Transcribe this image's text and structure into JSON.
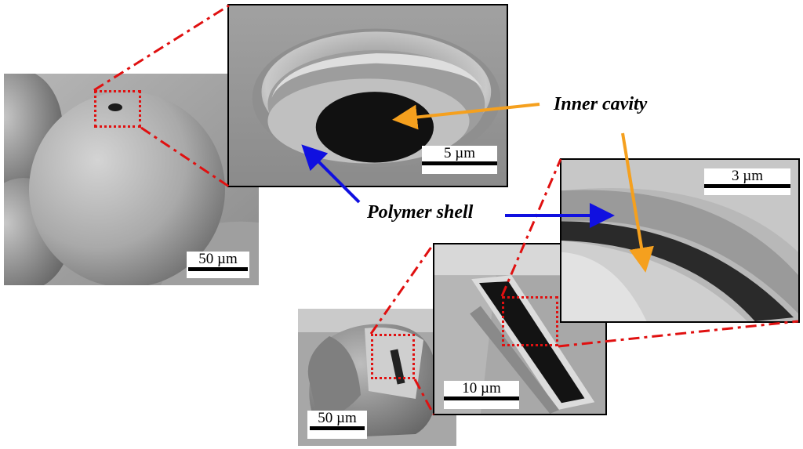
{
  "figure": {
    "labels": {
      "inner_cavity": "Inner cavity",
      "polymer_shell": "Polymer shell"
    },
    "scale_bars": {
      "sphere_overview": "50 µm",
      "hole_zoom": "5 µm",
      "fib_cut_overview": "50 µm",
      "fib_cut_zoom": "10 µm",
      "wall_zoom": "3 µm"
    },
    "colors": {
      "inner_cavity_arrow": "#f5a01e",
      "polymer_shell_arrow": "#1010e0",
      "zoom_indicator": "#e01010"
    }
  }
}
